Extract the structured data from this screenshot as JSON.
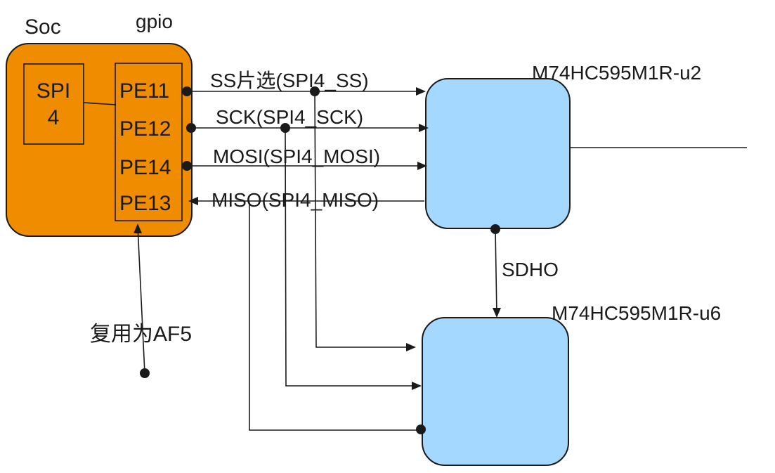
{
  "soc": {
    "title": "Soc",
    "spi_line1": "SPI",
    "spi_line2": "4"
  },
  "gpio": {
    "title": "gpio",
    "pins": [
      "PE11",
      "PE12",
      "PE14",
      "PE13"
    ]
  },
  "signals": {
    "ss": "SS片选(SPI4_SS)",
    "sck": "SCK(SPI4_SCK)",
    "mosi": "MOSI(SPI4_MOSI)",
    "miso": "MISO(SPI4_MISO)"
  },
  "chips": {
    "u2": "M74HC595M1R-u2",
    "u6": "M74HC595M1R-u6"
  },
  "cascade_label": "SDHO",
  "mux_note": "复用为AF5",
  "colors": {
    "soc_fill": "#f08c00",
    "chip_fill": "#a5d8ff",
    "stroke": "#1a1a1a"
  }
}
